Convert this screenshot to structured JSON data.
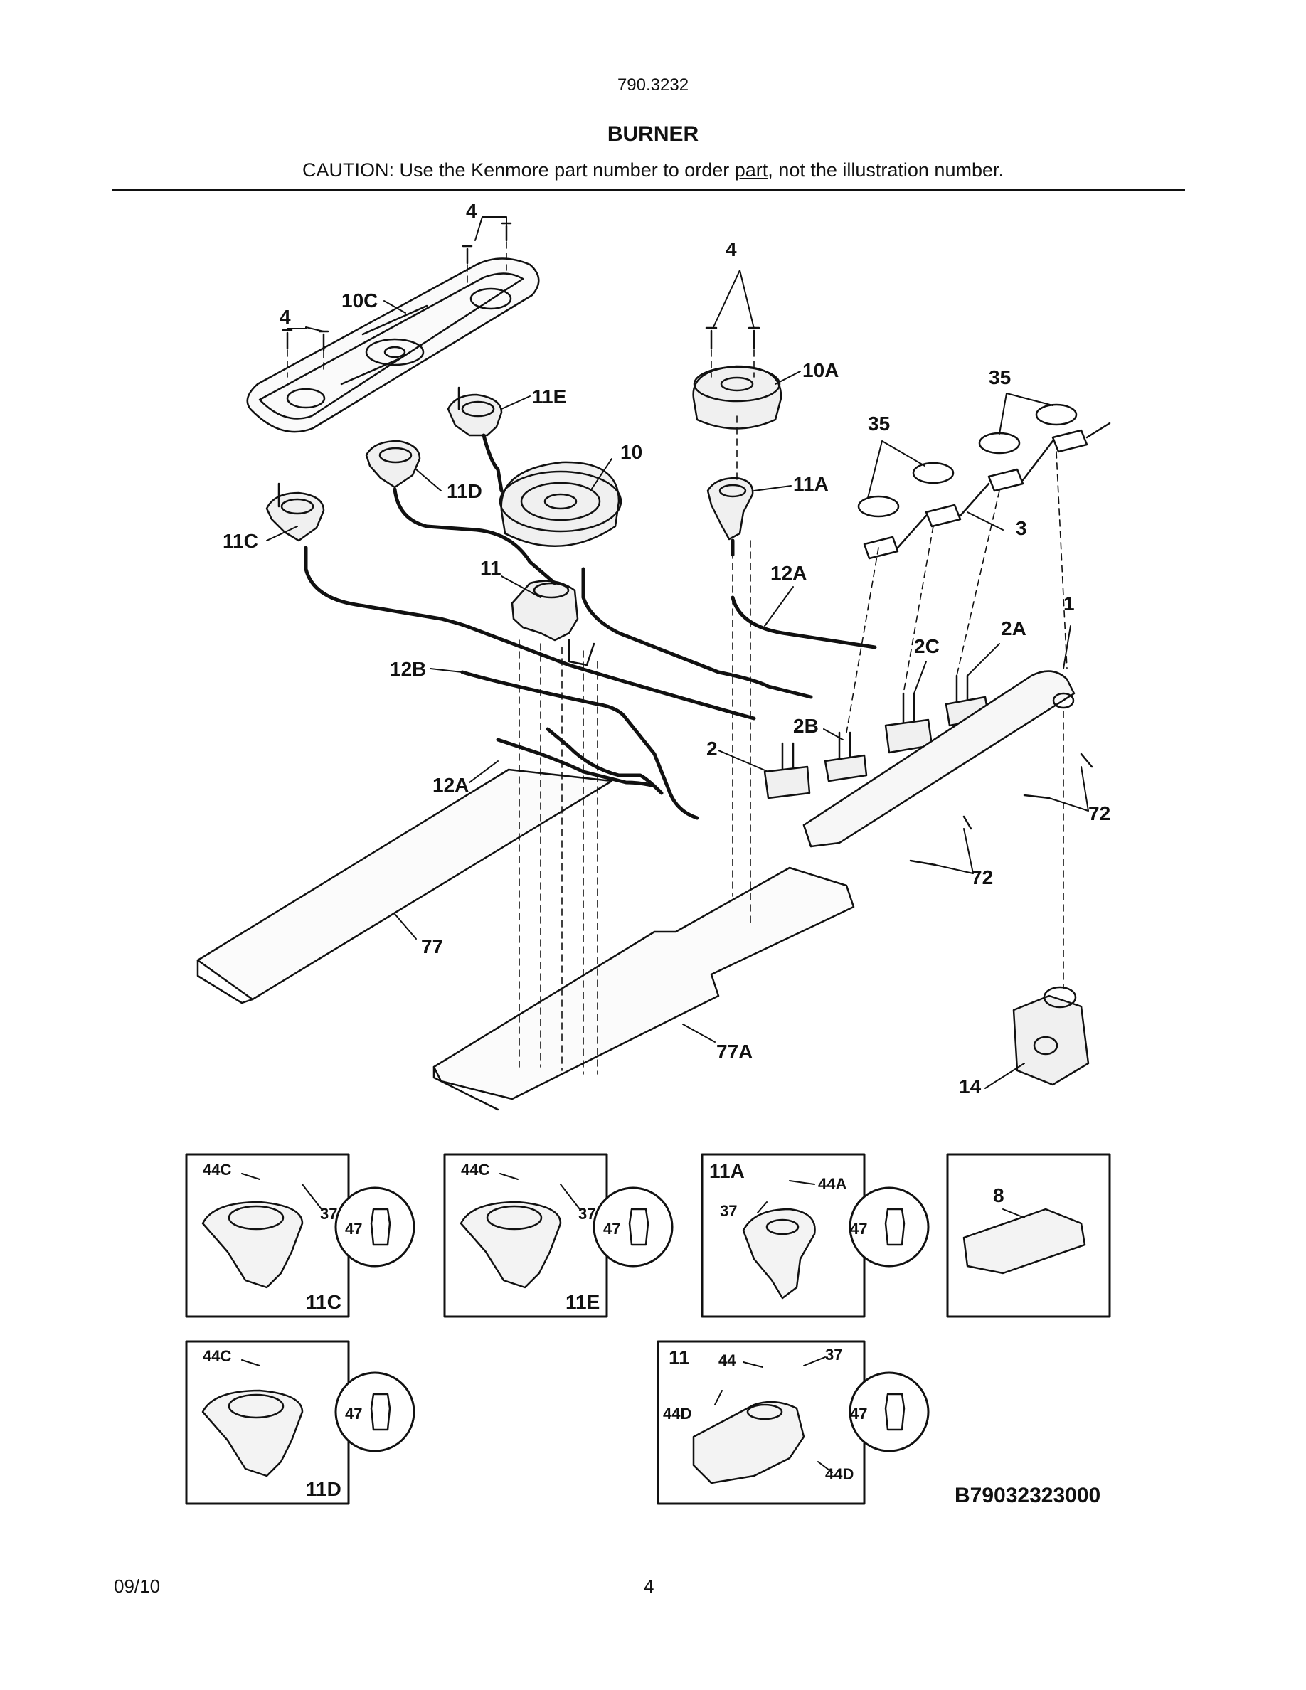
{
  "header": {
    "model": "790.3232",
    "title": "BURNER",
    "caution_prefix": "CAUTION: Use the Kenmore part number to order ",
    "caution_link": "part",
    "caution_suffix": ", not the illustration number."
  },
  "callouts": {
    "c4a": "4",
    "c4b": "4",
    "c4c": "4",
    "c10c": "10C",
    "c11e": "11E",
    "c10a": "10A",
    "c35a": "35",
    "c35b": "35",
    "c10": "10",
    "c11a": "11A",
    "c11d": "11D",
    "c11c": "11C",
    "c3": "3",
    "c11": "11",
    "c12a_top": "12A",
    "c1": "1",
    "c2c": "2C",
    "c2a": "2A",
    "c12b": "12B",
    "c2b": "2B",
    "c2": "2",
    "c12a_left": "12A",
    "c72a": "72",
    "c72b": "72",
    "c77": "77",
    "c77a": "77A",
    "c14": "14"
  },
  "insets": {
    "i11c": {
      "part": "11C",
      "a": "44C",
      "b": "37",
      "c": "47"
    },
    "i11e": {
      "part": "11E",
      "a": "44C",
      "b": "37",
      "c": "47"
    },
    "i11a": {
      "part": "11A",
      "a": "44A",
      "b": "37",
      "c": "47"
    },
    "i8": {
      "part": "8"
    },
    "i11d": {
      "part": "11D",
      "a": "44C",
      "c": "47"
    },
    "i11": {
      "part": "11",
      "a": "44",
      "b": "37",
      "d": "44D",
      "e": "44D",
      "c": "47"
    }
  },
  "diagram_code": "B79032323000",
  "footer": {
    "date": "09/10",
    "page": "4"
  }
}
